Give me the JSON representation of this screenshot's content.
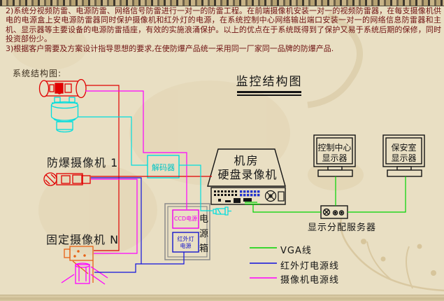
{
  "intro": {
    "paragraph2": "2)系统分视频防雷、电源防雷、网络信号防雷进行一对一的防雷工程。在前端摄像机安装一对一的视频防雷器，在每支摄像机供电的电源盒上安电源防雷器同时保护摄像机和红外灯的电源，在系统控制中心网络输出端口安装一对一的网络信息防雷器和主机、显示器等主要设备的电源防雷插座，有效的实施浪涌保护。以上的优点在于系统既得到了保护又易于系统后期的保修，同时投资部份少。",
    "paragraph3": "3)根据客户需要及方案设计指导思想的要求,在使防爆产品统一采用同一厂家同一品牌的防爆产品."
  },
  "section_label": "系统结构图:",
  "diagram": {
    "title": "监控结构图",
    "camera1_label": "防爆摄像机 1",
    "cameraN_label": "固定摄像机 N",
    "decoder_label": "解码器",
    "dvr_line1": "机房",
    "dvr_line2": "硬盘录像机",
    "power_box_label": "电源箱",
    "ccd_power_label": "CCD电源",
    "ir_power_line1": "红外灯",
    "ir_power_line2": "电源",
    "monitor_left_line1": "控制中心",
    "monitor_left_line2": "显示器",
    "monitor_right_line1": "保安室",
    "monitor_right_line2": "显示器",
    "server_label": "显示分配服务器"
  },
  "legend": {
    "items": [
      {
        "label": "VGA线",
        "color": "#00d400"
      },
      {
        "label": "红外灯电源线",
        "color": "#1010dd"
      },
      {
        "label": "摄像机电源线",
        "color": "#ff00ff"
      }
    ]
  },
  "colors": {
    "background": "#e9dfc3",
    "video_line": "#e00000",
    "camera_power_line": "#ff00ff",
    "ir_power_line": "#1010dd",
    "decoder_line": "#00dede",
    "vga_line": "#00d400",
    "intro_text": "#6e1111"
  }
}
